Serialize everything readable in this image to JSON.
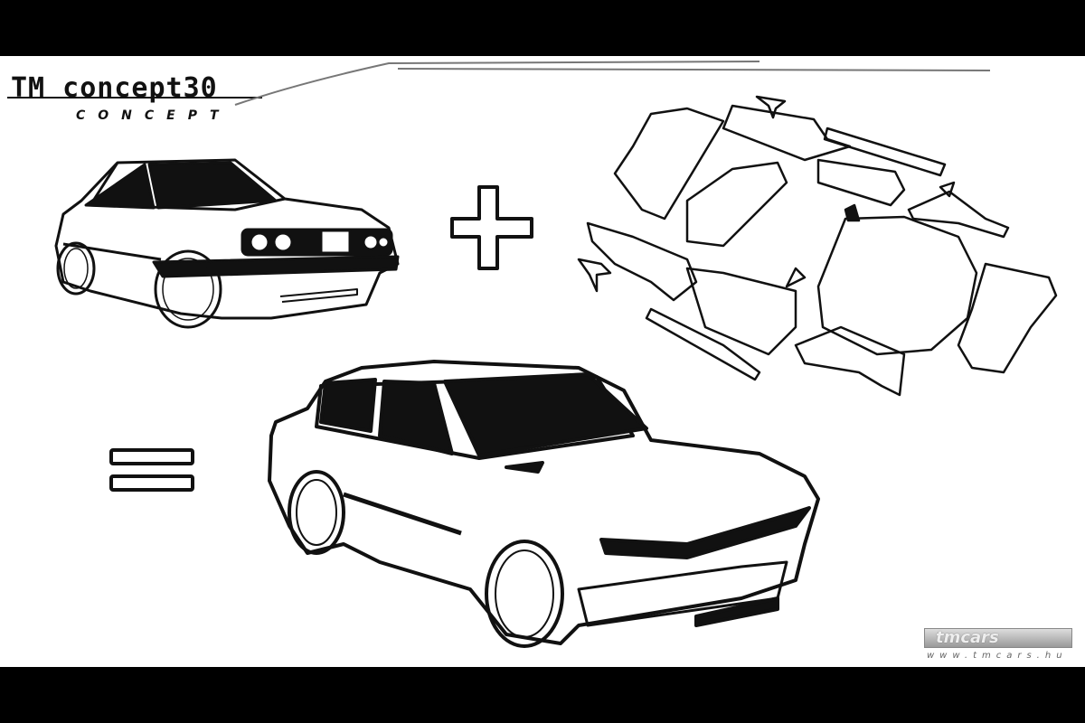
{
  "title": "TM concept30",
  "subtitle": "CONCEPT",
  "operators": {
    "plus": "plus-sign",
    "equals": "equals-sign"
  },
  "watermark": {
    "brand": "tmcars",
    "url": "www.tmcars.hu"
  },
  "colors": {
    "background": "#ffffff",
    "frame": "#000000",
    "ink": "#111111"
  }
}
